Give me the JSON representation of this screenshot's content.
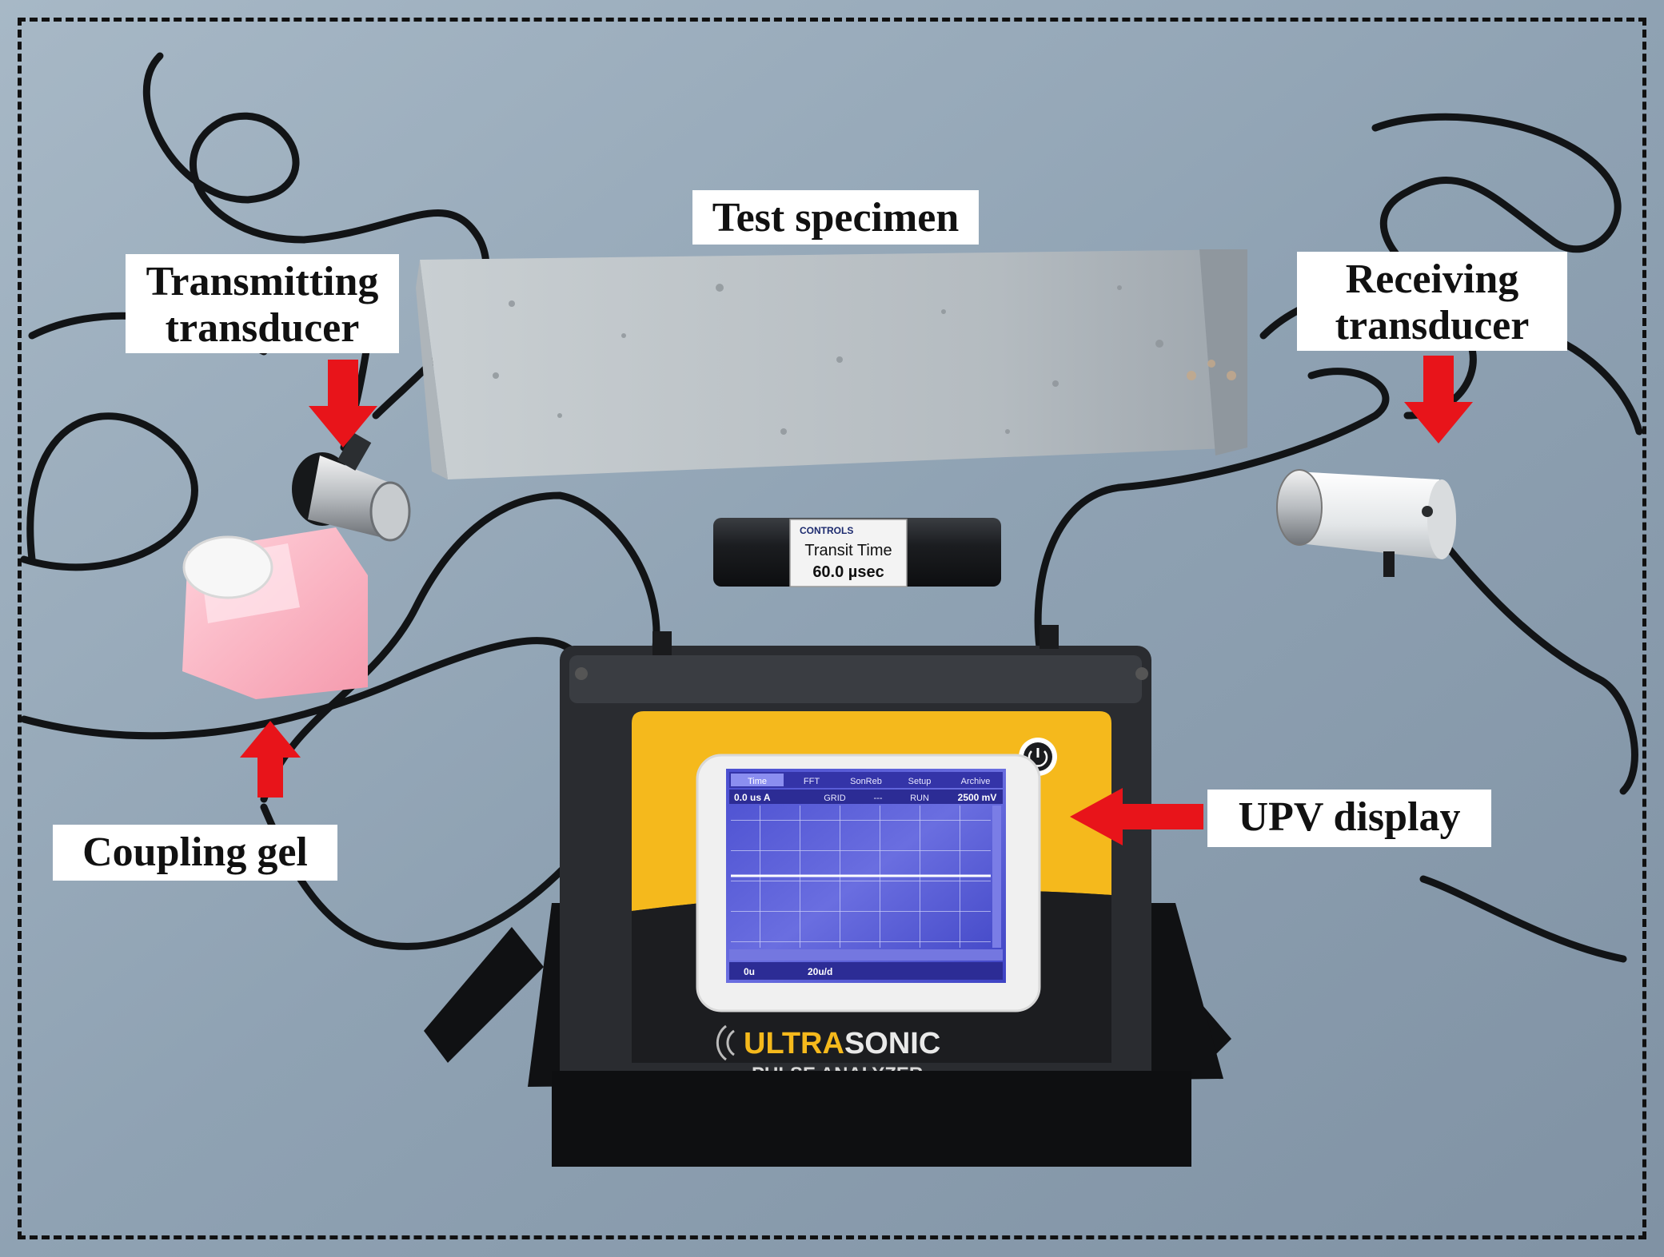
{
  "labels": {
    "test_specimen": "Test specimen",
    "transmitting_line1": "Transmitting",
    "transmitting_line2": "transducer",
    "receiving_line1": "Receiving",
    "receiving_line2": "transducer",
    "upv_display": "UPV display",
    "coupling_gel": "Coupling gel"
  },
  "calibration_rod": {
    "brand": "CONTROLS",
    "line1": "Transit Time",
    "line2": "60.0 µsec"
  },
  "device": {
    "brand_highlight": "ULTRA",
    "brand_rest": "SONIC",
    "subtitle": "PULSE ANALYZER",
    "screen_tabs": [
      "Time",
      "FFT",
      "SonReb",
      "Setup",
      "Archive"
    ],
    "readout_time": "0.0 us A",
    "grid_button": "GRID",
    "dash_button": "---",
    "run_button": "RUN",
    "voltage_readout": "2500 mV",
    "footer_left": "0u",
    "footer_scale": "20u/d"
  },
  "colors": {
    "background": "#8c9fb0",
    "arrow": "#e8141a",
    "device_yellow": "#f5b91c",
    "screen_blue": "#5c5fd6"
  }
}
